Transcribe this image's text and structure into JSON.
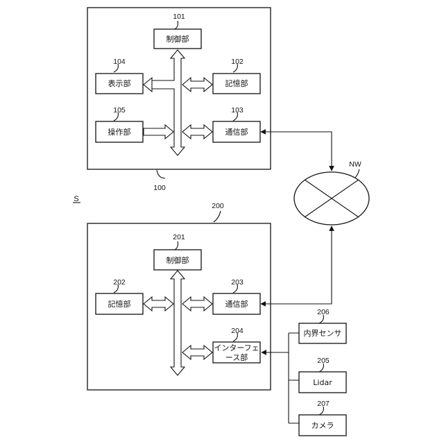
{
  "system_label": "S",
  "network": {
    "label": "NW"
  },
  "device_100": {
    "ref": "100",
    "control": {
      "ref": "101",
      "label": "制御部"
    },
    "storage": {
      "ref": "102",
      "label": "記憶部"
    },
    "comm": {
      "ref": "103",
      "label": "通信部"
    },
    "display": {
      "ref": "104",
      "label": "表示部"
    },
    "operation": {
      "ref": "105",
      "label": "操作部"
    }
  },
  "device_200": {
    "ref": "200",
    "control": {
      "ref": "201",
      "label": "制御部"
    },
    "storage": {
      "ref": "202",
      "label": "記憶部"
    },
    "comm": {
      "ref": "203",
      "label": "通信部"
    },
    "interface": {
      "ref": "204",
      "label_line1": "インターフェ",
      "label_line2": "ース部"
    }
  },
  "sensors": {
    "internal": {
      "ref": "206",
      "label": "内界センサ"
    },
    "lidar": {
      "ref": "205",
      "label": "Lidar"
    },
    "camera": {
      "ref": "207",
      "label": "カメラ"
    }
  }
}
